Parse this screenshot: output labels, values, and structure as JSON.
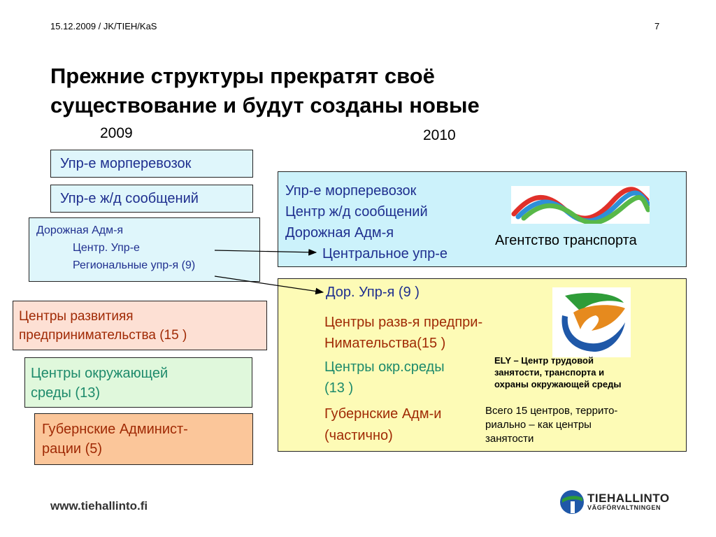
{
  "header": {
    "left_text": "15.12.2009 / JK/TIEH/KaS",
    "page_number": "7"
  },
  "title": {
    "line1": "Прежние структуры прекратят своё",
    "line2": "существование и будут созданы новые"
  },
  "years": {
    "left": "2009",
    "right": "2010"
  },
  "left_boxes": {
    "sea": "Упр-е морперевозок",
    "rail": "Упр-е ж/д сообщений",
    "road": {
      "line1": "Дорожная Адм-я",
      "line2": "Центр. Упр-е",
      "line3": "Региональные упр-я (9)"
    },
    "enterprise": {
      "line1": "Центры развитияя",
      "line2": "предпринимательства (15 )"
    },
    "environment": {
      "line1": "Центры окружающей",
      "line2": "среды (13)"
    },
    "provincial": {
      "line1": "Губернские Админист-",
      "line2": "рации (5)"
    }
  },
  "agency_box": {
    "line1": "Упр-е морперевозок",
    "line2": "Центр ж/д сообщений",
    "line3": "Дорожная Адм-я",
    "line4": "Центральное упр-е",
    "agency_label": "Агентство транспорта"
  },
  "ely_box": {
    "road": "Дор. Упр-я (9 )",
    "enterprise_line1": "Центры разв-я предпри-",
    "enterprise_line2": "Нимательства(15 )",
    "environment_line1": "Центры окр.среды",
    "environment_line2": "(13 )",
    "provincial_line1": "Губернские Адм-и",
    "provincial_line2": "(частично)",
    "ely_line1": "ELY – Центр трудовой",
    "ely_line2": "занятости, транспорта и",
    "ely_line3": "охраны окружающей среды",
    "total_line1": "Всего  15  центров, террито-",
    "total_line2": "риально – как центры",
    "total_line3": "занятости"
  },
  "footer": {
    "url": "www.tiehallinto.fi",
    "logo_name": "TIEHALLINTO",
    "logo_sub": "VÄGFÖRVALTNINGEN"
  },
  "colors": {
    "navy_text": "#1f2f8f",
    "red_text": "#a02a05",
    "teal_text": "#1d8a6b",
    "box_blue": "#dff6fb",
    "box_cyan": "#ccf2fb",
    "box_yellow": "#fdfbb6",
    "box_pink": "#fde0d4",
    "box_green": "#e0f8dc",
    "box_orange": "#fbc69a"
  }
}
